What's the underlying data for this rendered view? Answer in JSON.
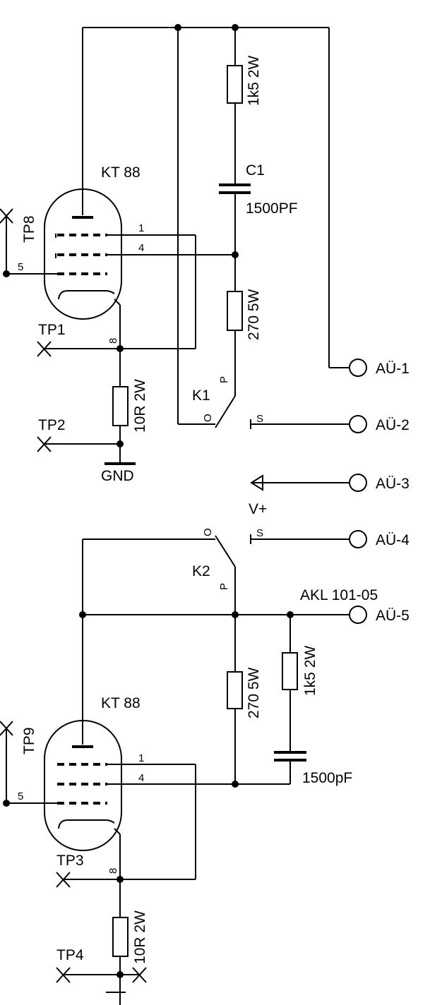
{
  "upper": {
    "tube": "KT 88",
    "resistor_top": "1k5 2W",
    "cap_name": "C1",
    "cap_value": "1500PF",
    "resistor_mid": "270 5W",
    "resistor_cathode": "10R 2W",
    "switch": "K1",
    "tp_left": "TP8",
    "tp_cathode": "TP1",
    "tp_ground": "TP2",
    "ground": "GND",
    "pin1": "1",
    "pin4": "4",
    "pin5": "5",
    "pin8": "8"
  },
  "lower": {
    "tube": "KT 88",
    "resistor_top": "1k5 2W",
    "cap_value": "1500pF",
    "resistor_mid": "270 5W",
    "resistor_cathode": "10R 2W",
    "switch": "K2",
    "tp_left": "TP9",
    "tp_cathode": "TP3",
    "tp_bottom": "TP4",
    "pin1": "1",
    "pin4": "4",
    "pin5": "5",
    "pin8": "8"
  },
  "switch_contacts": {
    "p": "P",
    "o": "O",
    "s": "S"
  },
  "supply": "V+",
  "connector": "AKL 101-05",
  "terminals": [
    "AÜ-1",
    "AÜ-2",
    "AÜ-3",
    "AÜ-4",
    "AÜ-5"
  ]
}
